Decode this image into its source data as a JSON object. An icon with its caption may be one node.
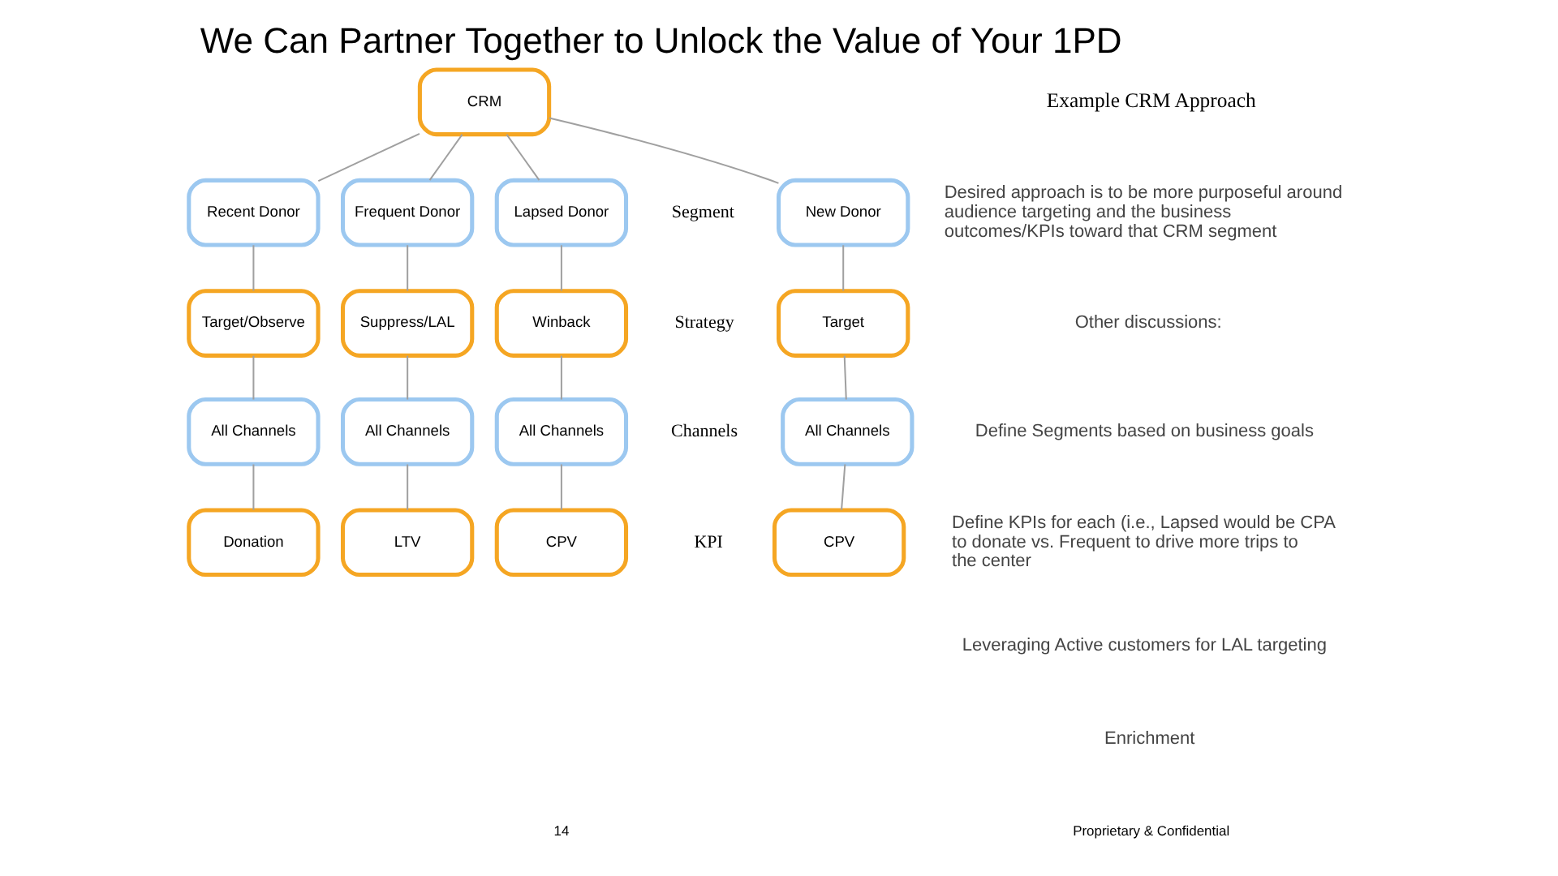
{
  "diagram": {
    "title": "We Can Partner Together to Unlock the Value of Your 1PD",
    "nodes": [
      {
        "text": [
          "CRM"
        ]
      },
      {
        "text": [
          "New Donor"
        ]
      },
      {
        "text": [
          "Recent Donor"
        ]
      },
      {
        "text": [
          "Frequent Donor"
        ]
      },
      {
        "text": [
          "Lapsed Donor"
        ]
      },
      {
        "text": [
          "Target"
        ]
      },
      {
        "text": [
          "Target/Observe"
        ]
      },
      {
        "text": [
          "Suppress/LAL"
        ]
      },
      {
        "text": [
          "Winback"
        ]
      },
      {
        "text": [
          "All Channels"
        ]
      },
      {
        "text": [
          "All Channels"
        ]
      },
      {
        "text": [
          "All Channels"
        ]
      },
      {
        "text": [
          "All Channels"
        ]
      },
      {
        "text": [
          "CPV"
        ]
      },
      {
        "text": [
          "Donation"
        ]
      },
      {
        "text": [
          "LTV"
        ]
      },
      {
        "text": [
          "CPV"
        ]
      }
    ],
    "edges": [
      {
        "from": 0,
        "to": 1,
        "arrow": "none"
      },
      {
        "from": 0,
        "to": 2,
        "arrow": "none"
      },
      {
        "from": 0,
        "to": 3,
        "arrow": "none"
      },
      {
        "from": 0,
        "to": 4,
        "arrow": "none"
      },
      {
        "from": 1,
        "to": 5,
        "arrow": "none"
      },
      {
        "from": 2,
        "to": 6,
        "arrow": "none"
      },
      {
        "from": 3,
        "to": 7,
        "arrow": "none"
      },
      {
        "from": 4,
        "to": 8,
        "arrow": "none"
      },
      {
        "from": 5,
        "to": 9,
        "arrow": "none"
      },
      {
        "from": 6,
        "to": 10,
        "arrow": "none"
      },
      {
        "from": 7,
        "to": 11,
        "arrow": "none"
      },
      {
        "from": 8,
        "to": 12,
        "arrow": "none"
      },
      {
        "from": 9,
        "to": 13,
        "arrow": "none"
      },
      {
        "from": 10,
        "to": 14,
        "arrow": "none"
      },
      {
        "from": 11,
        "to": 15,
        "arrow": "none"
      },
      {
        "from": 12,
        "to": 16,
        "arrow": "none"
      }
    ],
    "labels": [
      "Example CRM Approach",
      "Desired approach is to be more purposeful around audience targeting and the business outcomes/KPIs toward that CRM segment",
      "Other discussions:",
      "Define Segments based on business goals",
      "Define KPIs for each (i.e., Lapsed would be CPA to donate vs. Frequent to drive more trips to the center",
      "Leveraging Active customers for LAL targeting",
      "Enrichment",
      "Segment",
      "Strategy",
      "Channels",
      "KPI",
      "Proprietary & Confidential",
      "14"
    ]
  }
}
